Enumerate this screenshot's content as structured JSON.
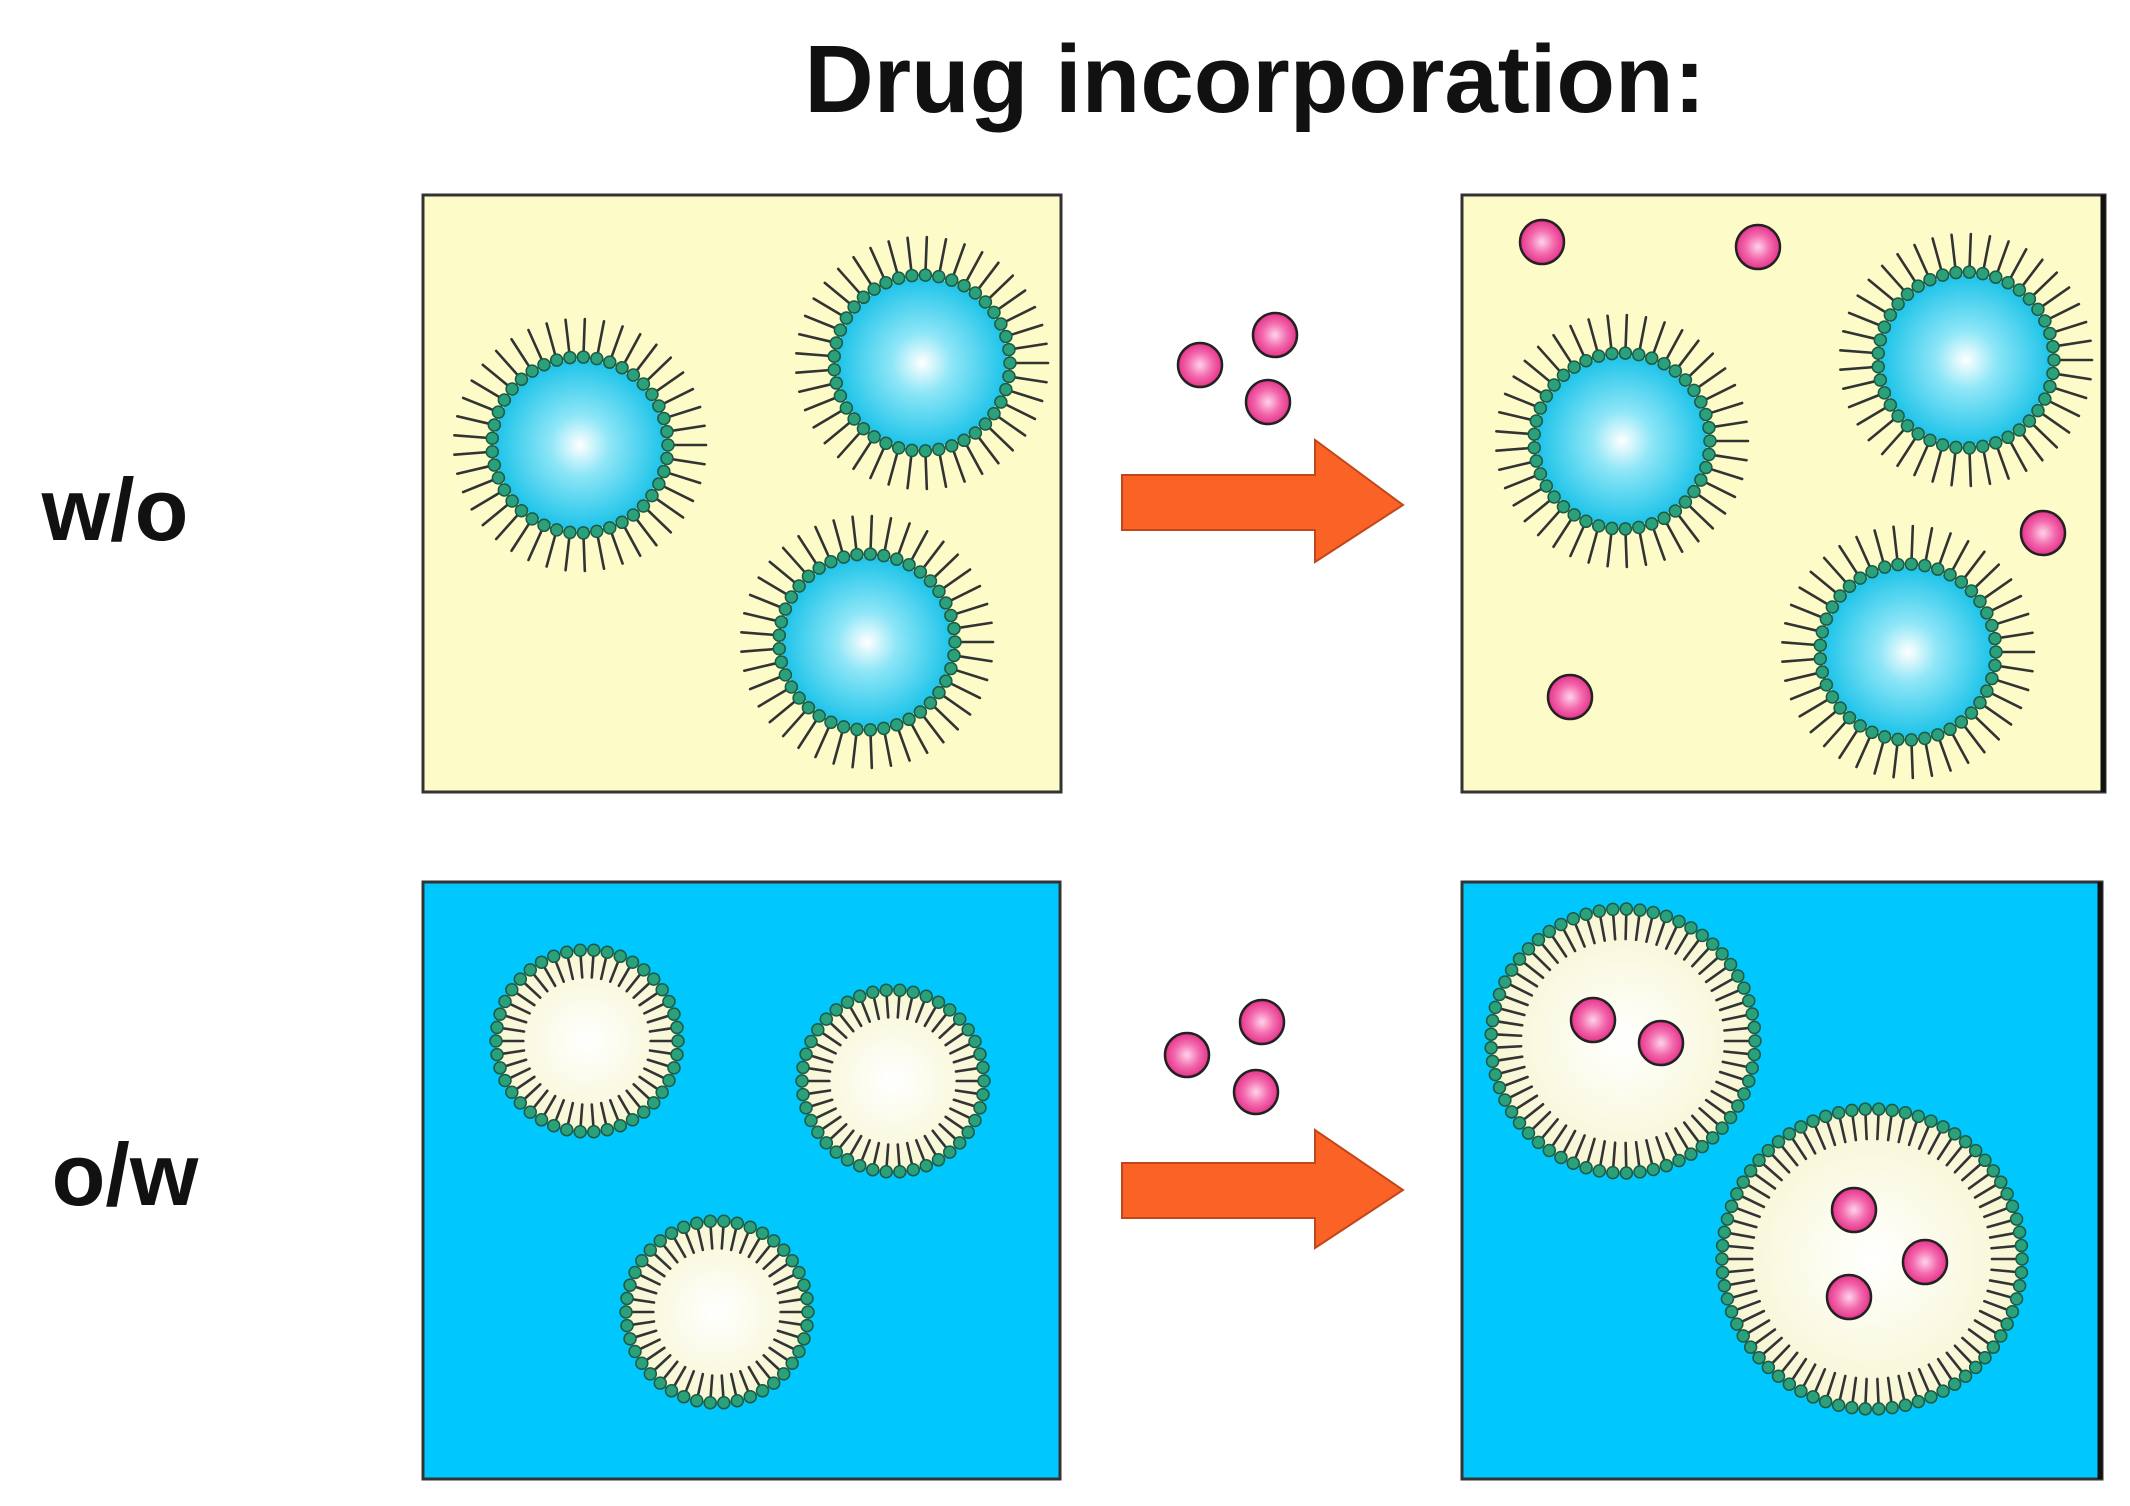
{
  "title": "Drug incorporation:",
  "rows": [
    {
      "label": "w/o",
      "emulsion": "water-in-oil"
    },
    {
      "label": "o/w",
      "emulsion": "oil-in-water"
    }
  ],
  "colors": {
    "oil_phase": "#fdfcc9",
    "water_phase": "#00c8fe",
    "water_droplet_center": "#ffffff",
    "water_droplet_edge": "#1cc3e9",
    "oil_droplet_fill": "#fdfde6",
    "surfactant_head": "#2aa17a",
    "surfactant_tail": "#333333",
    "drug": "#ee3b95",
    "arrow": "#fb6226",
    "panel_border": "#333333",
    "text": "#111111"
  },
  "icons": {
    "droplet": "surfactant-droplet",
    "drug": "drug-molecule",
    "arrow": "process-arrow"
  }
}
